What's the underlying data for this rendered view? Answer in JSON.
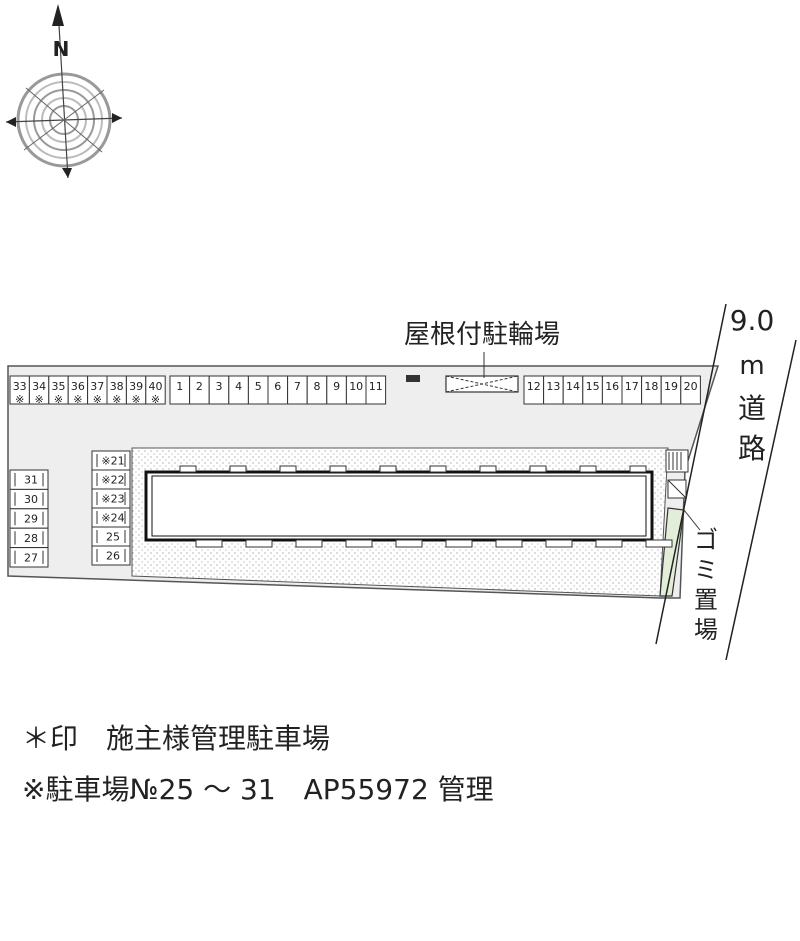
{
  "compass": {
    "north_label": "N"
  },
  "labels": {
    "bicycle_parking": "屋根付駐輪場",
    "road_width": "9.0",
    "road_unit": "m",
    "road_text": [
      "道",
      "路"
    ],
    "garbage_text": [
      "ゴ",
      "ミ",
      "置",
      "場"
    ]
  },
  "parking": {
    "top_left": [
      {
        "num": "33",
        "mark": "※"
      },
      {
        "num": "34",
        "mark": "※"
      },
      {
        "num": "35",
        "mark": "※"
      },
      {
        "num": "36",
        "mark": "※"
      },
      {
        "num": "37",
        "mark": "※"
      },
      {
        "num": "38",
        "mark": "※"
      },
      {
        "num": "39",
        "mark": "※"
      },
      {
        "num": "40",
        "mark": "※"
      }
    ],
    "top_mid": [
      "1",
      "2",
      "3",
      "4",
      "5",
      "6",
      "7",
      "8",
      "9",
      "10",
      "11"
    ],
    "top_right": [
      "12",
      "13",
      "14",
      "15",
      "16",
      "17",
      "18",
      "19",
      "20"
    ],
    "left_column": [
      "31",
      "30",
      "29",
      "28",
      "27"
    ],
    "inner_column": [
      "※21",
      "※22",
      "※23",
      "※24",
      "25",
      "26"
    ]
  },
  "legend": {
    "line1": "＊印　施主様管理駐車場",
    "line2": "※駐車場№25 ～ 31　AP55972 管理"
  }
}
